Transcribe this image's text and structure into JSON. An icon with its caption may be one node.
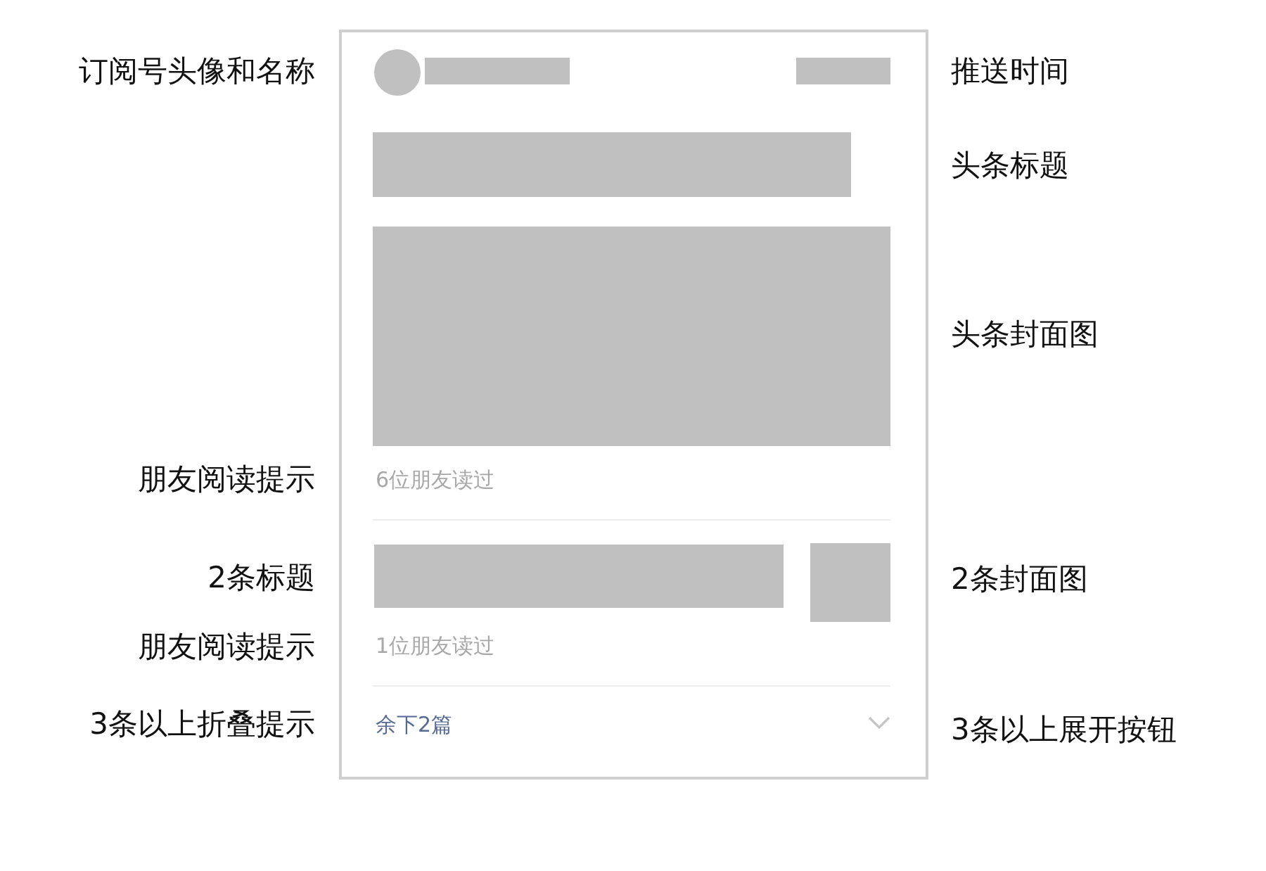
{
  "diagram": {
    "labels": [
      "订阅号头像和名称",
      "推送时间",
      "头条标题",
      "头条封面图",
      "朋友阅读提示",
      "6位朋友读过",
      "2条标题",
      "2条封面图",
      "朋友阅读提示",
      "1位朋友读过",
      "3条以上折叠提示",
      "余下2篇",
      "3条以上展开按钮"
    ]
  }
}
